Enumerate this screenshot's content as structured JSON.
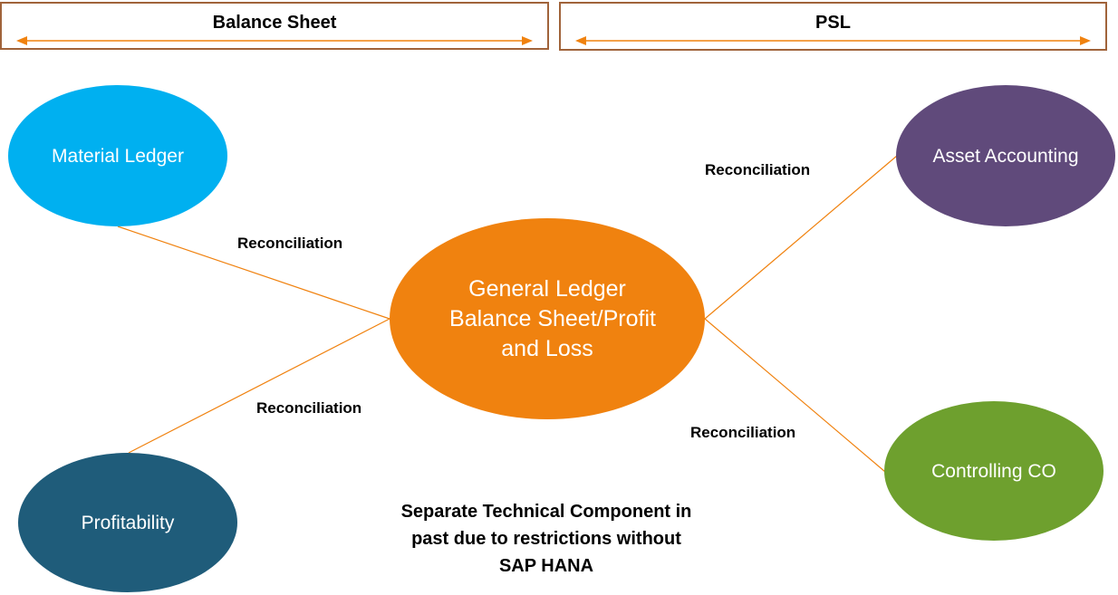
{
  "headers": [
    {
      "label": "Balance Sheet"
    },
    {
      "label": "PSL"
    }
  ],
  "nodes": {
    "material_ledger": {
      "lines": [
        "Material Ledger"
      ],
      "color": "#00b0f0"
    },
    "profitability": {
      "lines": [
        "Profitability"
      ],
      "color": "#1f5c7a"
    },
    "general_ledger": {
      "lines": [
        "General Ledger",
        "Balance Sheet/Profit",
        "and Loss"
      ],
      "color": "#f0820f"
    },
    "asset_accounting": {
      "lines": [
        "Asset Accounting"
      ],
      "color": "#604a7b"
    },
    "controlling_co": {
      "lines": [
        "Controlling CO"
      ],
      "color": "#6ea02e"
    }
  },
  "edge_labels": {
    "material_ledger": "Reconciliation",
    "profitability": "Reconciliation",
    "asset_accounting": "Reconciliation",
    "controlling_co": "Reconciliation"
  },
  "note": {
    "lines": [
      "Separate Technical Component in",
      "past due to restrictions without",
      "SAP HANA"
    ]
  },
  "colors": {
    "connector": "#f0820f",
    "header_border": "#a0633a"
  }
}
